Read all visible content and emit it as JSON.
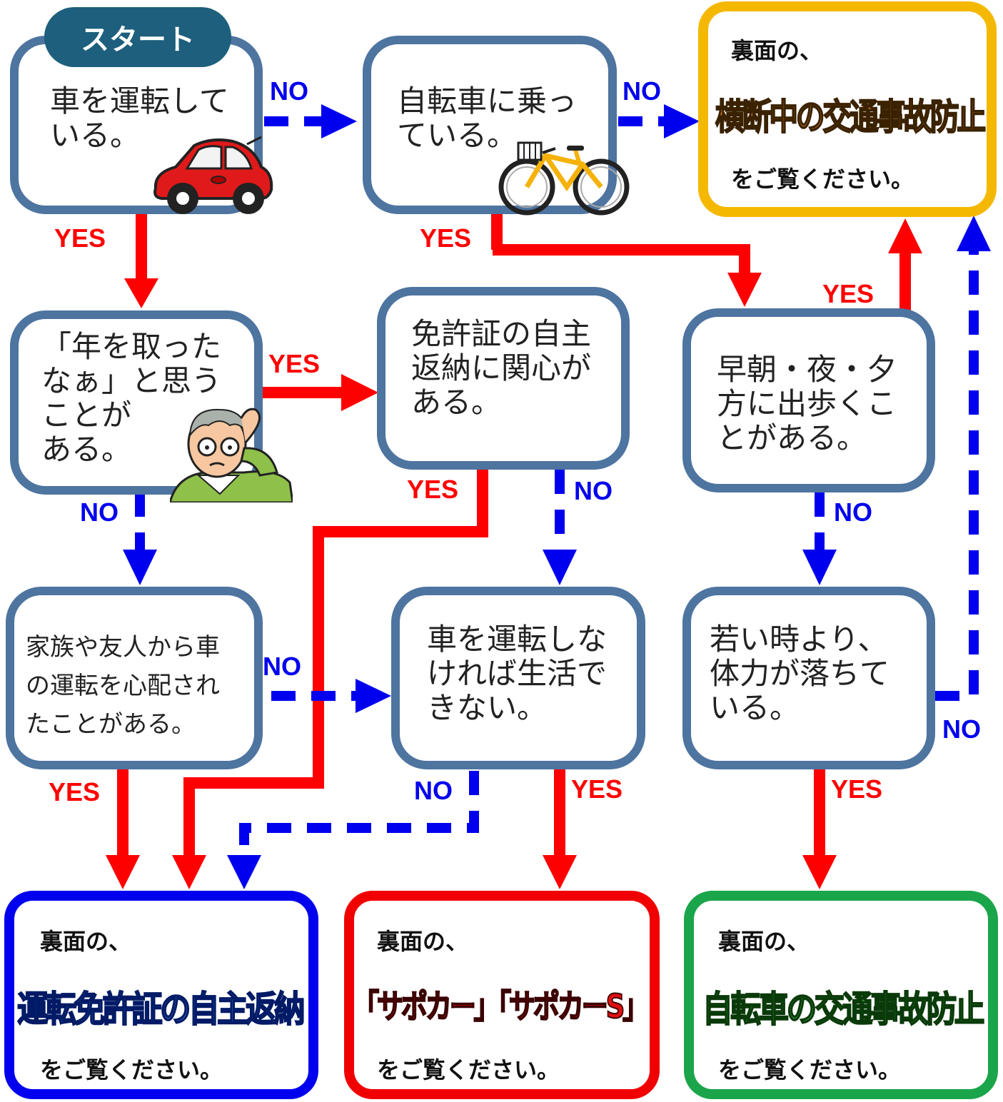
{
  "start_label": "スタート",
  "questions": {
    "driving": "車を運転して\nいる。",
    "bicycle": "自転車に乗っ\nている。",
    "getting_old": "「年を取った\nなぁ」と思う\nことが\nある。",
    "license_interest": "免許証の自主\n返納に関心が\nある。",
    "outing": "早朝・夜・夕\n方に出歩くこ\nとがある。",
    "family_worry": "家族や友人から車\nの運転を心配され\nたことがある。",
    "need_car": "車を運転しな\nければ生活で\nきない。",
    "stamina": "若い時より、\n体力が落ちて\nいる。"
  },
  "labels": {
    "yes": "YES",
    "no": "NO"
  },
  "results": {
    "crossing": {
      "prefix": "裏面の、",
      "title": "横断中の交通事故防止",
      "suffix": "をご覧ください。",
      "color": "#f5b800",
      "title_color": "#e07a1a"
    },
    "license": {
      "prefix": "裏面の、",
      "title": "運転免許証の自主返納",
      "suffix": "をご覧ください。",
      "color": "#0000ee",
      "title_color": "#3a78c8"
    },
    "support_car": {
      "prefix": "裏面の、",
      "title": "「サポカー」「サポカーS」",
      "suffix": "をご覧ください。",
      "color": "#f00000",
      "title_color": "#e01010"
    },
    "bicycle_safety": {
      "prefix": "裏面の、",
      "title": "自転車の交通事故防止",
      "suffix": "をご覧ください。",
      "color": "#1aa54a",
      "title_color": "#3aa83a"
    }
  },
  "colors": {
    "box_border": "#4e74a0",
    "yes_line": "#ff0000",
    "no_line": "#0000ee",
    "start_bg": "#1d5f7c"
  }
}
